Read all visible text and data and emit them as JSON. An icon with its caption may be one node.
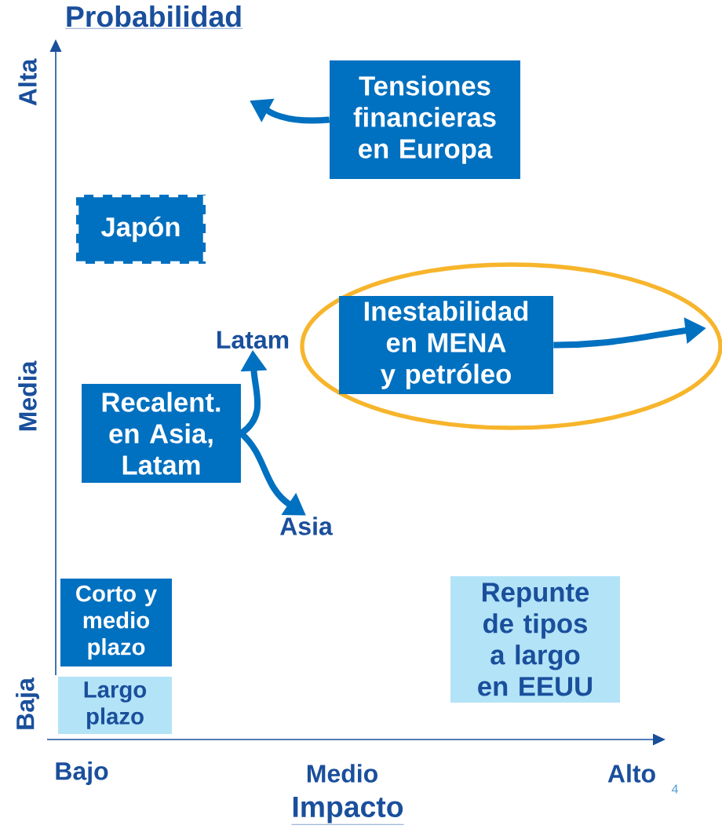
{
  "diagram": {
    "nodes": [
      {
        "text": [
          "Tensiones financieras en Europa"
        ]
      },
      {
        "text": [
          "Japón"
        ]
      },
      {
        "text": [],
        "shape": "ellipse"
      },
      {
        "text": [
          "Inestabilidad en MENA y petróleo"
        ],
        "in": 2
      },
      {
        "text": [
          "Latam"
        ]
      },
      {
        "text": [
          "Recalent. en Asia, Latam"
        ]
      },
      {
        "text": [
          "Asia"
        ]
      },
      {
        "text": [
          "Repunte de tipos a largo en EEUU"
        ]
      }
    ],
    "edges": [
      {
        "from": 0,
        "to": null,
        "arrow": "to"
      },
      {
        "from": 3,
        "to": null,
        "arrow": "to"
      },
      {
        "from": 5,
        "to": 4,
        "arrow": "to"
      },
      {
        "from": 5,
        "to": 6,
        "arrow": "to"
      }
    ],
    "labels": [
      "Probabilidad",
      "Alta",
      "Media",
      "Baja",
      "Bajo",
      "Medio",
      "Alto",
      "Impacto",
      "4"
    ],
    "legend": [
      {
        "text": "Corto y medio plazo",
        "color": "#0070c0"
      },
      {
        "text": "Largo plazo",
        "color": "#b3e3f7"
      }
    ]
  }
}
